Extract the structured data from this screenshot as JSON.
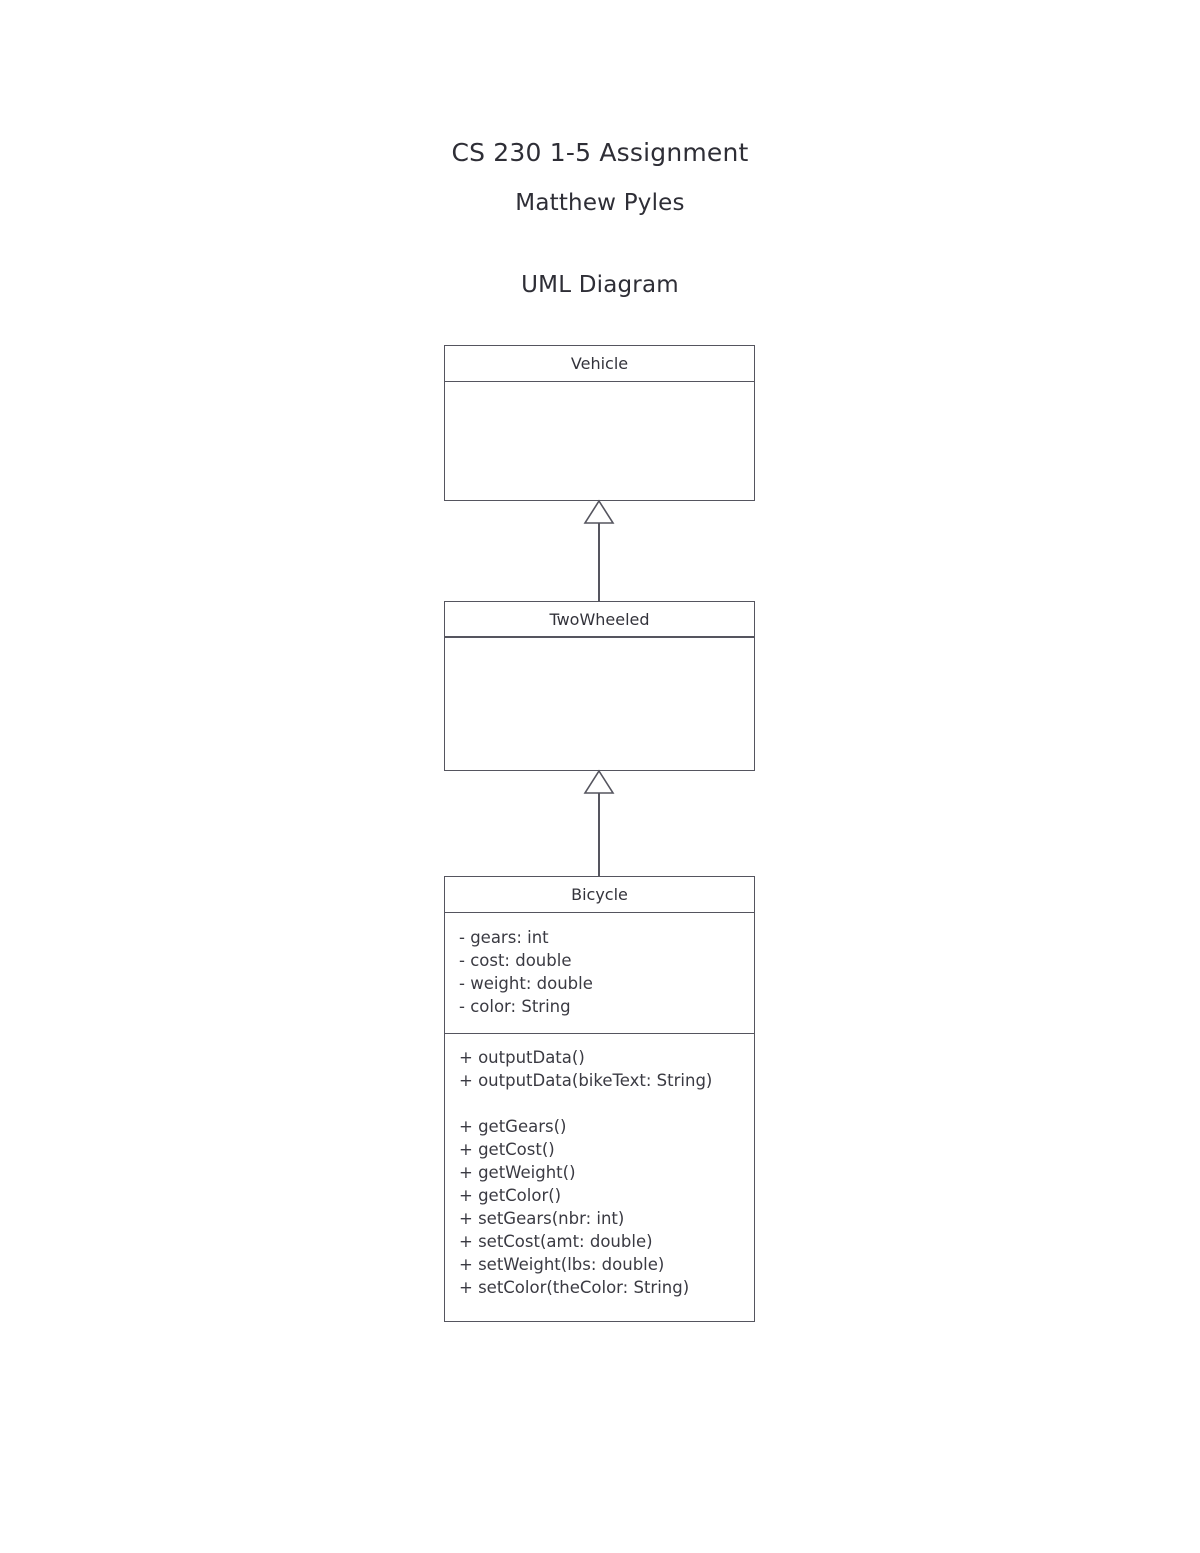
{
  "document": {
    "title": "CS 230 1-5 Assignment",
    "author": "Matthew Pyles",
    "subtitle": "UML Diagram"
  },
  "diagram": {
    "type": "uml-class-diagram",
    "classes": [
      {
        "id": "vehicle",
        "name": "Vehicle",
        "attributes": [],
        "operations": []
      },
      {
        "id": "twowheeled",
        "name": "TwoWheeled",
        "attributes": [],
        "operations": []
      },
      {
        "id": "bicycle",
        "name": "Bicycle",
        "attributes": [
          "- gears: int",
          "- cost: double",
          "- weight: double",
          "- color: String"
        ],
        "operations": [
          "+ outputData()",
          "+ outputData(bikeText: String)",
          "",
          "+ getGears()",
          "+ getCost()",
          "+ getWeight()",
          "+ getColor()",
          "+ setGears(nbr: int)",
          "+ setCost(amt: double)",
          "+ setWeight(lbs: double)",
          "+ setColor(theColor: String)"
        ]
      }
    ],
    "relationships": [
      {
        "kind": "generalization",
        "from": "TwoWheeled",
        "to": "Vehicle"
      },
      {
        "kind": "generalization",
        "from": "Bicycle",
        "to": "TwoWheeled"
      }
    ],
    "colors": {
      "stroke": "#55555f",
      "text": "#3a3a42",
      "background": "#ffffff"
    }
  }
}
